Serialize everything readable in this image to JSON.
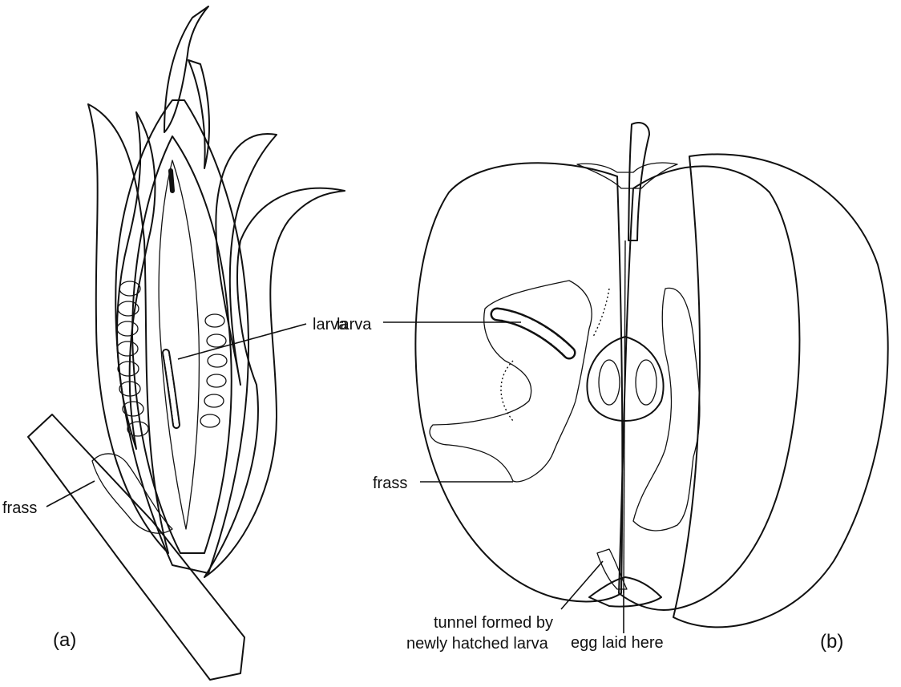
{
  "panels": {
    "a": {
      "tag": "(a)",
      "labels": {
        "larva": "larva",
        "frass": "frass"
      }
    },
    "b": {
      "tag": "(b)",
      "labels": {
        "larva": "larva",
        "frass": "frass",
        "tunnel_line1": "tunnel formed by",
        "tunnel_line2": "newly hatched larva",
        "egg": "egg laid here"
      }
    }
  },
  "colors": {
    "ink": "#111111",
    "paper": "#ffffff"
  }
}
